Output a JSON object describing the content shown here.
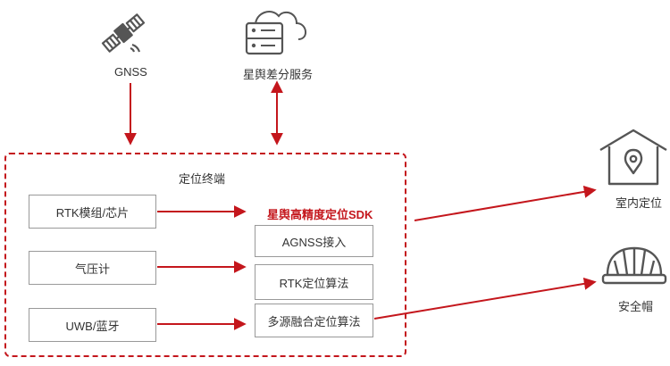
{
  "top": {
    "gnss_label": "GNSS",
    "diff_service_label": "星舆差分服务"
  },
  "terminal": {
    "title": "定位终端",
    "inputs": [
      "RTK模组/芯片",
      "气压计",
      "UWB/蓝牙"
    ],
    "sdk_title": "星舆高精度定位SDK",
    "sdk_modules": [
      "AGNSS接入",
      "RTK定位算法",
      "多源融合定位算法"
    ]
  },
  "outputs": {
    "indoor_label": "室内定位",
    "helmet_label": "安全帽"
  },
  "colors": {
    "accent": "#c4161c",
    "icon_gray": "#555555",
    "box_border": "#999999"
  },
  "icons": [
    "satellite-icon",
    "cloud-server-icon",
    "house-location-icon",
    "safety-helmet-icon"
  ]
}
